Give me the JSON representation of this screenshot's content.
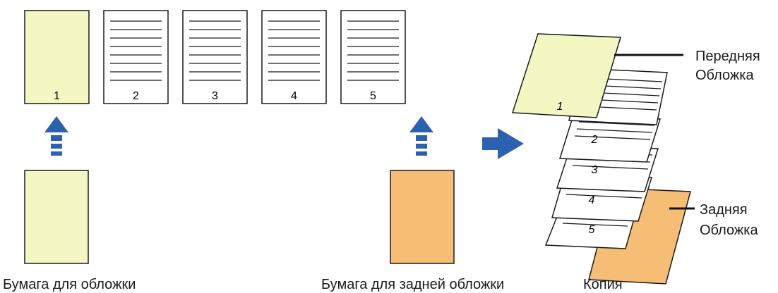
{
  "pages": [
    {
      "number": "1",
      "kind": "cover"
    },
    {
      "number": "2",
      "kind": "text"
    },
    {
      "number": "3",
      "kind": "text"
    },
    {
      "number": "4",
      "kind": "text"
    },
    {
      "number": "5",
      "kind": "text"
    }
  ],
  "labels": {
    "front_paper": "Бумага для обложки",
    "back_paper": "Бумага для задней обложки",
    "copy": "Копия",
    "front_cover_line1": "Передняя",
    "front_cover_line2": "Обложка",
    "back_cover_line1": "Задняя",
    "back_cover_line2": "Обложка"
  },
  "colors": {
    "front_cover": "#f4f7c2",
    "back_cover": "#f6bd75",
    "arrow": "#2a62b0",
    "outline": "#1a1a1a"
  }
}
